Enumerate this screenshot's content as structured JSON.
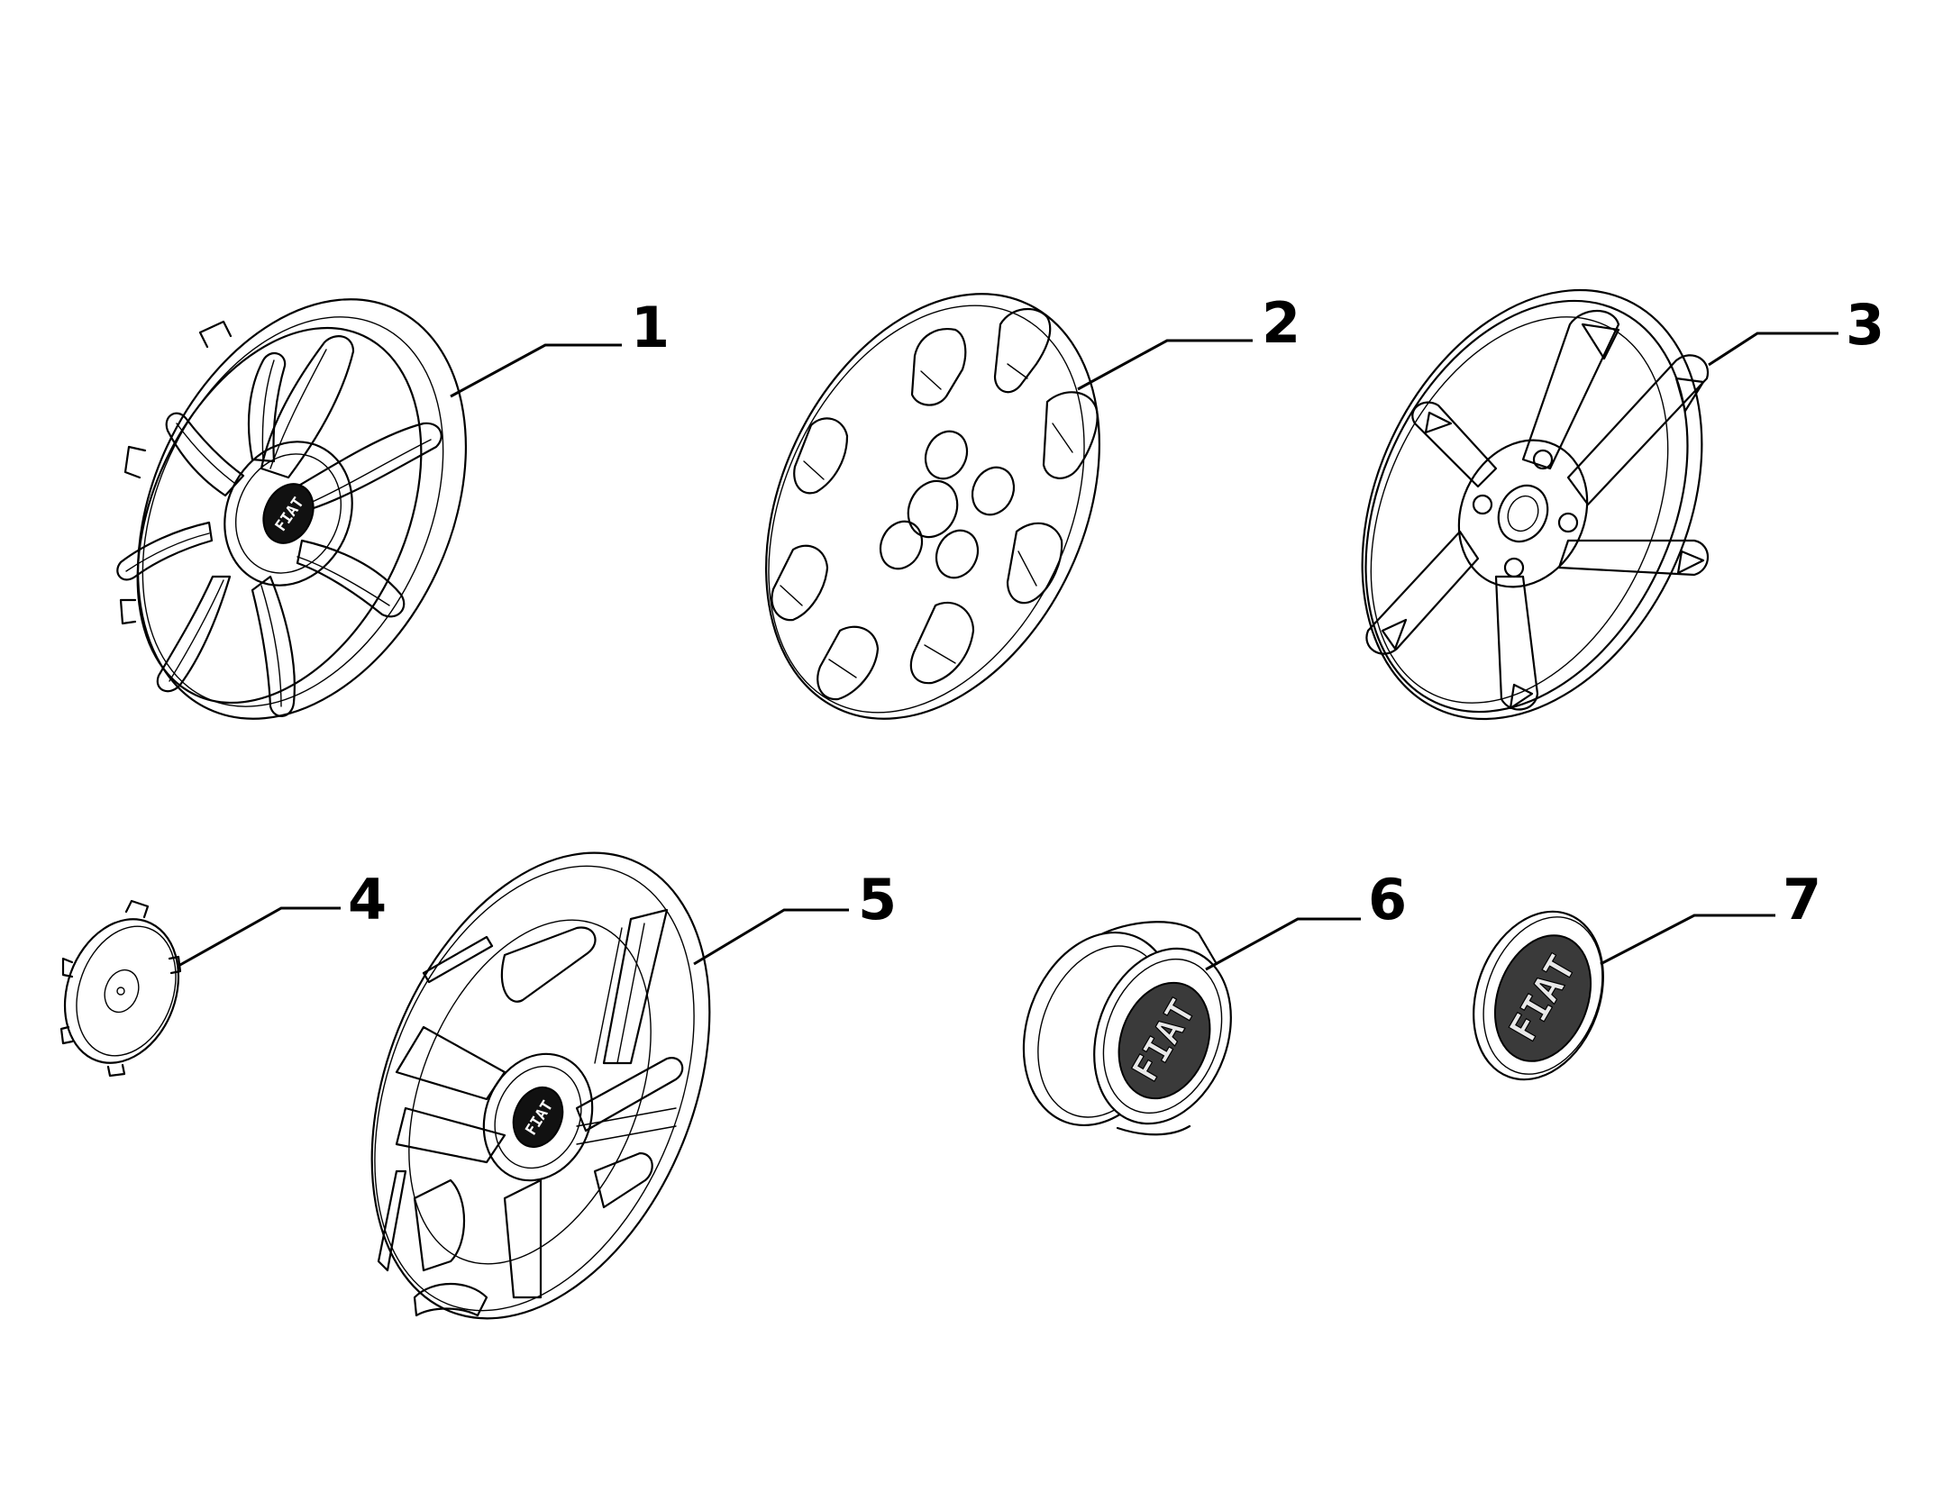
{
  "parts": [
    {
      "id": "part-1",
      "label": "1",
      "logo": "FIAT"
    },
    {
      "id": "part-2",
      "label": "2"
    },
    {
      "id": "part-3",
      "label": "3"
    },
    {
      "id": "part-4",
      "label": "4"
    },
    {
      "id": "part-5",
      "label": "5",
      "logo": "FIAT"
    },
    {
      "id": "part-6",
      "label": "6",
      "logo": "FIAT"
    },
    {
      "id": "part-7",
      "label": "7",
      "logo": "FIAT"
    }
  ],
  "colors": {
    "line": "#000000",
    "background": "#ffffff",
    "badge": "#111111"
  }
}
